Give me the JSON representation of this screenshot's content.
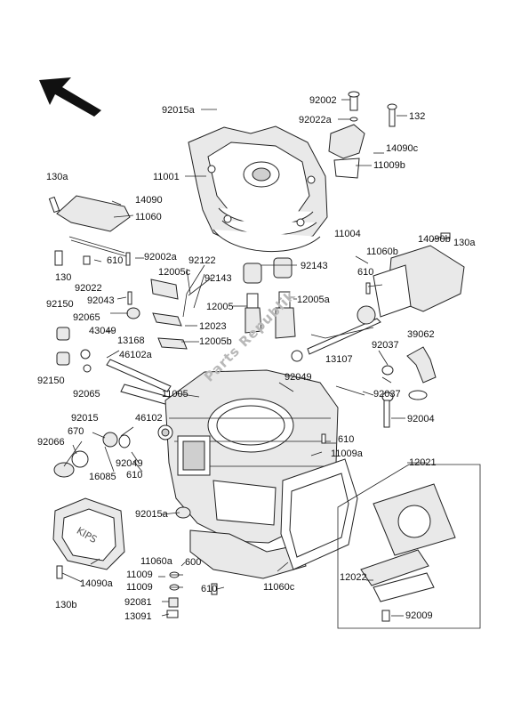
{
  "watermark": "Parts Republik",
  "labels": {
    "l_92015a_top": "92015a",
    "l_92002": "92002",
    "l_92022a": "92022a",
    "l_132": "132",
    "l_14090c": "14090c",
    "l_11009b": "11009b",
    "l_11001": "11001",
    "l_130a_left": "130a",
    "l_14090": "14090",
    "l_11060": "11060",
    "l_11004": "11004",
    "l_130a_right": "130a",
    "l_11060b": "11060b",
    "l_14090b": "14090b",
    "l_610_a": "610",
    "l_92002a": "92002a",
    "l_92122": "92122",
    "l_92143_a": "92143",
    "l_92143_b": "92143",
    "l_130": "130",
    "l_12005c": "12005c",
    "l_610_right": "610",
    "l_92022": "92022",
    "l_92043": "92043",
    "l_92150_a": "92150",
    "l_92065_a": "92065",
    "l_12005": "12005",
    "l_12005a": "12005a",
    "l_12023": "12023",
    "l_13168": "13168",
    "l_43049": "43049",
    "l_12005b": "12005b",
    "l_46102a": "46102a",
    "l_39062": "39062",
    "l_92037_a": "92037",
    "l_13107": "13107",
    "l_92150_b": "92150",
    "l_92065_b": "92065",
    "l_11005": "11005",
    "l_92049_a": "92049",
    "l_92037_b": "92037",
    "l_92015": "92015",
    "l_46102": "46102",
    "l_92004": "92004",
    "l_670": "670",
    "l_92066": "92066",
    "l_610_mid": "610",
    "l_11009a": "11009a",
    "l_92049_b": "92049",
    "l_610_b": "610",
    "l_16085": "16085",
    "l_12021": "12021",
    "l_92015a_low": "92015a",
    "l_11060a": "11060a",
    "l_600": "600",
    "l_11009_a": "11009",
    "l_11009_b": "11009",
    "l_14090a": "14090a",
    "l_610_bot": "610",
    "l_11060c": "11060c",
    "l_12022": "12022",
    "l_130b": "130b",
    "l_92081": "92081",
    "l_13091": "13091",
    "l_92009": "92009"
  }
}
